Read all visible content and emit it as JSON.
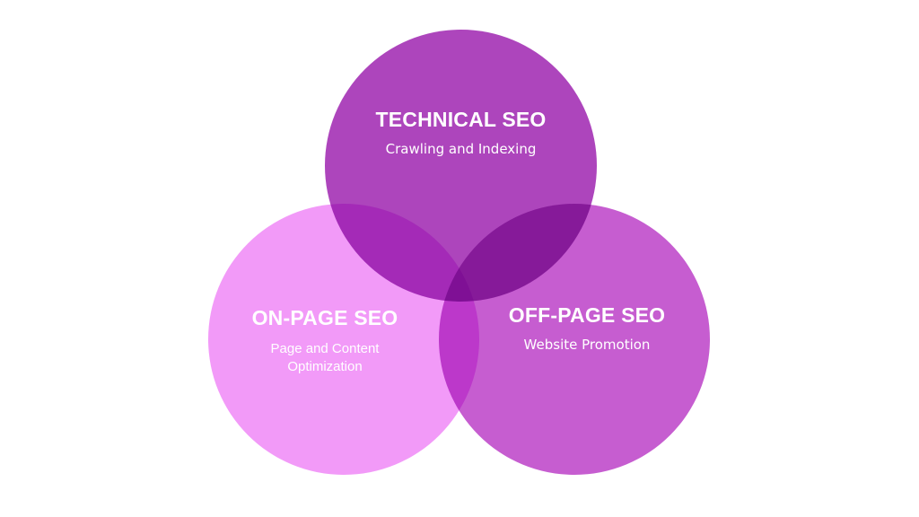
{
  "diagram": {
    "circles": [
      {
        "id": "technical",
        "title": "TECHNICAL SEO",
        "subtitle": "Crawling and Indexing",
        "color": "#ad45bc"
      },
      {
        "id": "onpage",
        "title": "ON-PAGE SEO",
        "subtitle": "Page and Content Optimization",
        "color": "#f29af8"
      },
      {
        "id": "offpage",
        "title": "OFF-PAGE SEO",
        "subtitle": "Website Promotion",
        "color": "#c65dd0"
      }
    ]
  }
}
